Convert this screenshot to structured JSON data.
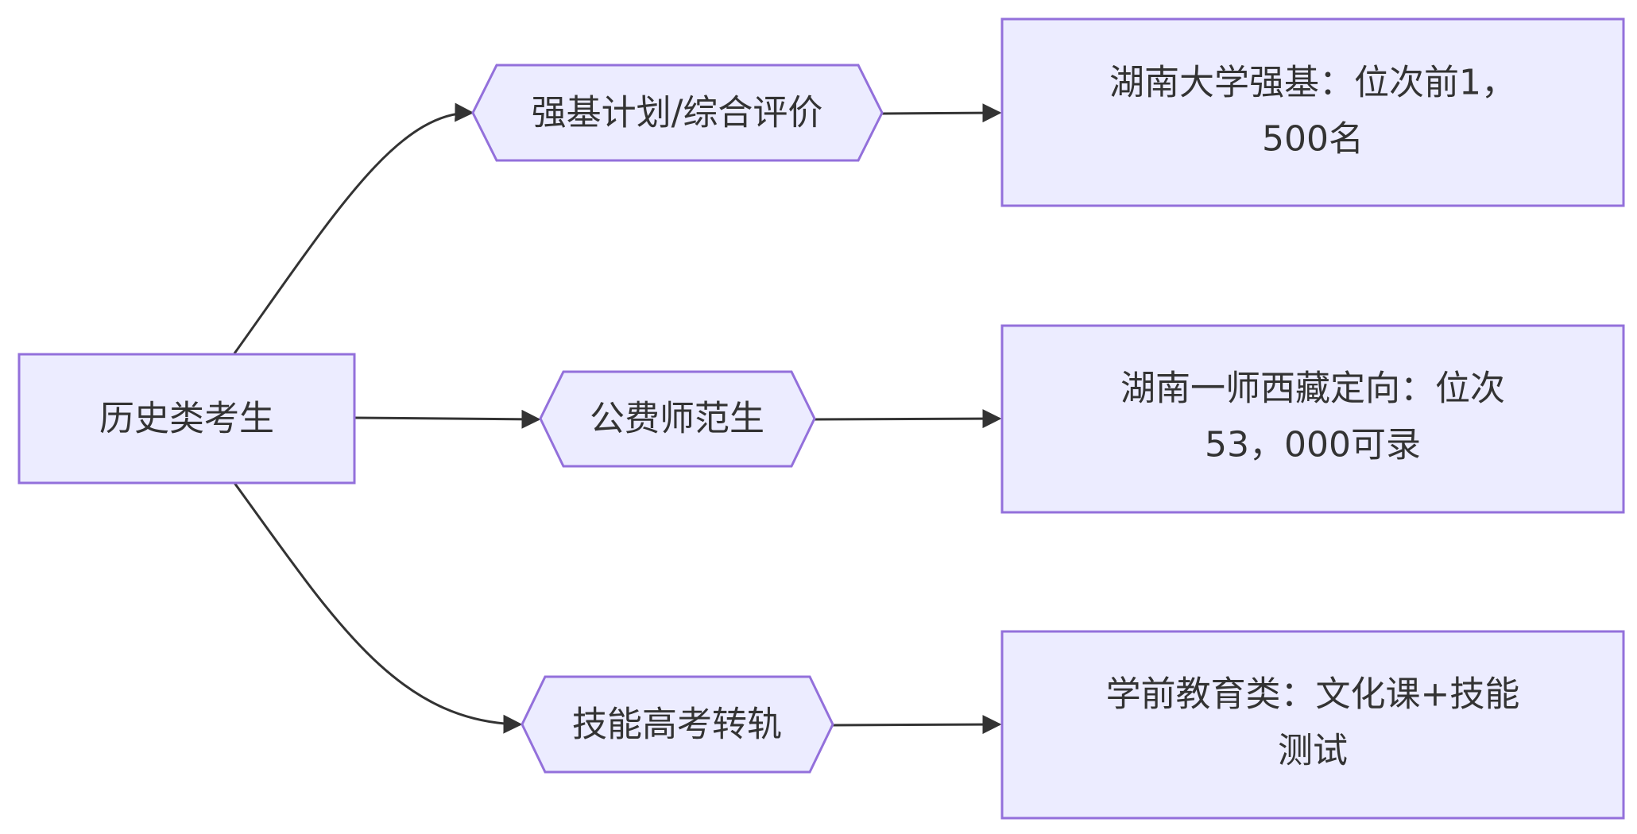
{
  "root": {
    "label": "历史类考生"
  },
  "paths": [
    {
      "label": "强基计划/综合评价",
      "result_lines": [
        "湖南大学强基：位次前1，",
        "500名"
      ]
    },
    {
      "label": "公费师范生",
      "result_lines": [
        "湖南一师西藏定向：位次",
        "53，000可录"
      ]
    },
    {
      "label": "技能高考转轨",
      "result_lines": [
        "学前教育类：文化课+技能",
        "测试"
      ]
    }
  ],
  "colors": {
    "node_fill": "#ececff",
    "node_stroke": "#9370db",
    "edge": "#333333",
    "text": "#333333"
  }
}
